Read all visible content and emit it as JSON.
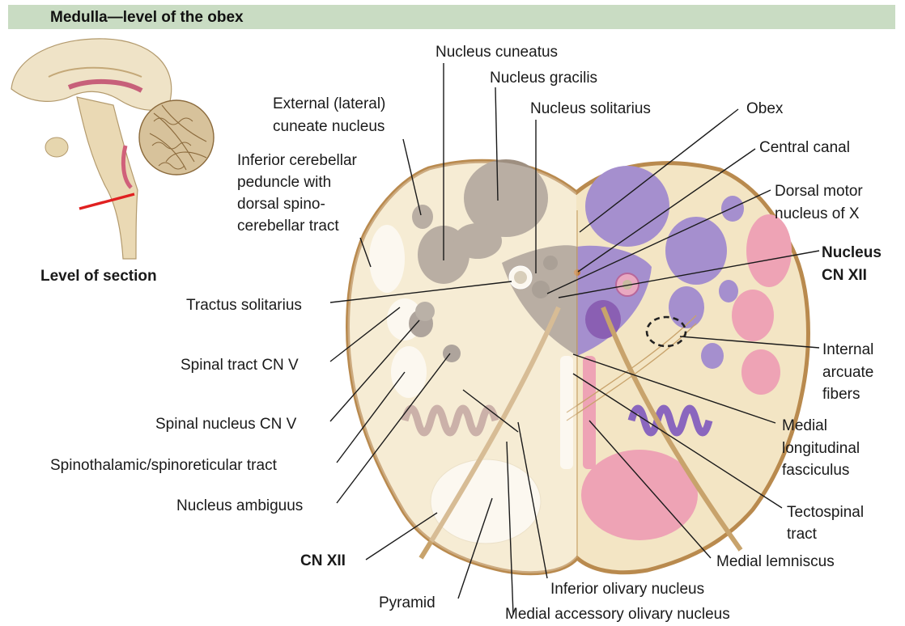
{
  "title": "Medulla—level of the obex",
  "inset": {
    "caption": "Level of section"
  },
  "labels": {
    "nucleus_cuneatus": "Nucleus cuneatus",
    "nucleus_gracilis": "Nucleus gracilis",
    "external_cuneate_1": "External (lateral)",
    "external_cuneate_2": "cuneate nucleus",
    "nucleus_solitarius": "Nucleus solitarius",
    "obex": "Obex",
    "central_canal": "Central canal",
    "dorsal_motor_1": "Dorsal motor",
    "dorsal_motor_2": "nucleus of X",
    "icp_1": "Inferior cerebellar",
    "icp_2": "peduncle with",
    "icp_3": "dorsal spino-",
    "icp_4": "cerebellar tract",
    "nucleus_cn_xii_1": "Nucleus",
    "nucleus_cn_xii_2": "CN XII",
    "tractus_solitarius": "Tractus solitarius",
    "internal_arcuate_1": "Internal",
    "internal_arcuate_2": "arcuate",
    "internal_arcuate_3": "fibers",
    "spinal_tract_cn_v": "Spinal tract CN V",
    "spinal_nucleus_cn_v": "Spinal nucleus CN V",
    "medial_longitudinal_1": "Medial",
    "medial_longitudinal_2": "longitudinal",
    "medial_longitudinal_3": "fasciculus",
    "spinothalamic": "Spinothalamic/spinoreticular tract",
    "nucleus_ambiguus": "Nucleus ambiguus",
    "tectospinal_1": "Tectospinal",
    "tectospinal_2": "tract",
    "cn_xii": "CN XII",
    "medial_lemniscus": "Medial lemniscus",
    "inferior_olivary": "Inferior olivary nucleus",
    "pyramid": "Pyramid",
    "medial_accessory_olivary": "Medial accessory olivary nucleus"
  },
  "colors": {
    "header_bg": "#c9dcc3",
    "tissue": "#f3e5c4",
    "tissue_edge": "#b98a4e",
    "gray_nucleus": "#a09486",
    "purple": "#a58fce",
    "pink": "#eea3b5",
    "level_line": "#e02020"
  }
}
